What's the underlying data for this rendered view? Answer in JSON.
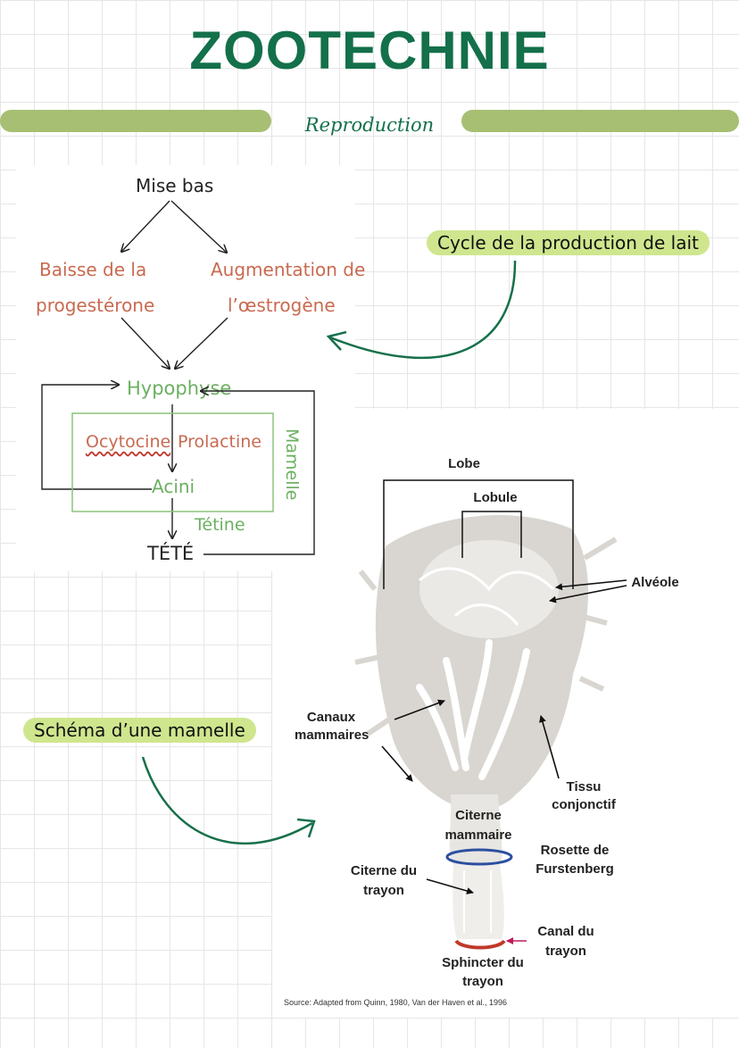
{
  "header": {
    "title": "ZOOTECHNIE",
    "subtitle": "Reproduction"
  },
  "cycle": {
    "label": "Cycle de la production de lait",
    "mise_bas": "Mise bas",
    "baisse_line1": "Baisse de la",
    "baisse_line2": "progestérone",
    "augmentation_line1": "Augmentation de",
    "augmentation_line2": "l’œstrogène",
    "hypophyse": "Hypophyse",
    "ocytocine": "Ocytocine",
    "prolactine": "Prolactine",
    "mamelle": "Mamelle",
    "acini": "Acini",
    "tetine": "Tétine",
    "tete": "TÉTÉ"
  },
  "schema": {
    "label": "Schéma d’une mamelle",
    "lobe": "Lobe",
    "lobule": "Lobule",
    "alveole": "Alvéole",
    "canaux_line1": "Canaux",
    "canaux_line2": "mammaires",
    "tissu_line1": "Tissu",
    "tissu_line2": "conjonctif",
    "citerne_mammaire_line1": "Citerne",
    "citerne_mammaire_line2": "mammaire",
    "rosette_line1": "Rosette de",
    "rosette_line2": "Furstenberg",
    "citerne_trayon_line1": "Citerne du",
    "citerne_trayon_line2": "trayon",
    "canal_line1": "Canal du",
    "canal_line2": "trayon",
    "sphincter_line1": "Sphincter du",
    "sphincter_line2": "trayon",
    "source": "Source: Adapted from Quinn, 1980, Van der Haven et al., 1996"
  },
  "colors": {
    "title_green": "#13704a",
    "band_green": "#a7bf73",
    "highlight": "#cfe68e",
    "red_text": "#c96a50",
    "green_text": "#6bb060"
  }
}
